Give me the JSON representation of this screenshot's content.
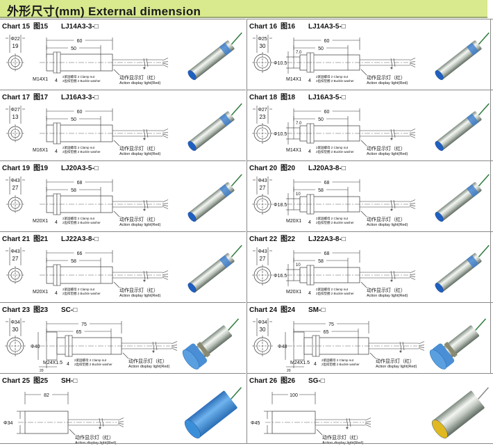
{
  "header": {
    "title": "外形尺寸(mm)  External dimension",
    "bg_color": "#d8e98e"
  },
  "labels": {
    "clamp_nut": "2紧固螺母 2 Clamp nut",
    "buckle_washer": "2齿扣垫圈 2 Buckle washer",
    "light_cn": "动作显示灯（红）",
    "light_en": "Action display light(Red)",
    "star": "*"
  },
  "charts": [
    {
      "chart": "Chart 15",
      "cn": "图15",
      "model": "LJ14A3-3-□",
      "type": "lj",
      "front_outer": "Φ22",
      "front_inner": "19",
      "len_total": "60",
      "len_body": "50",
      "thread": "M14X1",
      "nut": "4",
      "cap_color": "#1f5fbf"
    },
    {
      "chart": "Chart 16",
      "cn": "图16",
      "model": "LJ14A3-5-□",
      "type": "lj-shield",
      "front_outer": "Φ25",
      "front_inner": "30",
      "len_total": "60",
      "len_body": "50",
      "offset": "7.0",
      "dia": "Φ10.5",
      "thread": "M14X1",
      "nut": "4",
      "cap_color": "#1f5fbf"
    },
    {
      "chart": "Chart 17",
      "cn": "图17",
      "model": "LJ16A3-3-□",
      "type": "lj",
      "front_outer": "Φ27",
      "front_inner": "13",
      "len_total": "60",
      "len_body": "50",
      "thread": "M16X1",
      "nut": "4",
      "cap_color": "#1f5fbf"
    },
    {
      "chart": "Chart 18",
      "cn": "图18",
      "model": "LJ16A3-5-□",
      "type": "lj-shield",
      "front_outer": "Φ27",
      "front_inner": "23",
      "len_total": "60",
      "len_body": "50",
      "offset": "7.0",
      "dia": "Φ10.5",
      "thread": "M14X1",
      "nut": "4",
      "cap_color": "#1f5fbf"
    },
    {
      "chart": "Chart 19",
      "cn": "图19",
      "model": "LJ20A3-5-□",
      "type": "lj",
      "front_outer": "Φ43",
      "front_inner": "27",
      "len_total": "68",
      "len_body": "58",
      "thread": "M20X1",
      "nut": "4",
      "cap_color": "#1f5fbf"
    },
    {
      "chart": "Chart 20",
      "cn": "图20",
      "model": "LJ20A3-8-□",
      "type": "lj-shield",
      "front_outer": "Φ43",
      "front_inner": "27",
      "len_total": "68",
      "len_body": "58",
      "offset": "10",
      "dia": "Φ18.5",
      "thread": "M20X1",
      "nut": "4",
      "cap_color": "#1f5fbf"
    },
    {
      "chart": "Chart 21",
      "cn": "图21",
      "model": "LJ22A3-8-□",
      "type": "lj",
      "front_outer": "Φ43",
      "front_inner": "27",
      "len_total": "66",
      "len_body": "58",
      "thread": "M20X1",
      "nut": "4",
      "cap_color": "#1f5fbf"
    },
    {
      "chart": "Chart 22",
      "cn": "图22",
      "model": "LJ22A3-8-□",
      "type": "lj-shield",
      "front_outer": "Φ43",
      "front_inner": "27",
      "len_total": "68",
      "len_body": "58",
      "offset": "10",
      "dia": "Φ16.5",
      "thread": "M20X1",
      "nut": "4",
      "cap_color": "#1f5fbf"
    },
    {
      "chart": "Chart 23",
      "cn": "图23",
      "model": "SC-□",
      "type": "head",
      "front_outer": "Φ34",
      "front_inner": "30",
      "len_total": "75",
      "len_body": "65",
      "dia": "Φ40",
      "head": "20",
      "thread": "M24X1.5",
      "nut": "4",
      "cap_color": "#4a8fd6"
    },
    {
      "chart": "Chart 24",
      "cn": "图24",
      "model": "SM-□",
      "type": "head",
      "front_outer": "Φ34",
      "front_inner": "30",
      "len_total": "75",
      "len_body": "65",
      "dia": "Φ48",
      "head": "20",
      "thread": "M24X1.5",
      "nut": "4",
      "cap_color": "#4a8fd6"
    },
    {
      "chart": "Chart 25",
      "cn": "图25",
      "model": "SH-□",
      "type": "plain",
      "len_total": "82",
      "dia": "Φ34",
      "cap_color": "#3b8fd9",
      "body_color": "#3b8fd9"
    },
    {
      "chart": "Chart 26",
      "cn": "图26",
      "model": "SG-□",
      "type": "plain",
      "len_total": "100",
      "dia": "Φ45",
      "cap_color": "#e0b820",
      "body_color": "#c9c9c0"
    }
  ]
}
